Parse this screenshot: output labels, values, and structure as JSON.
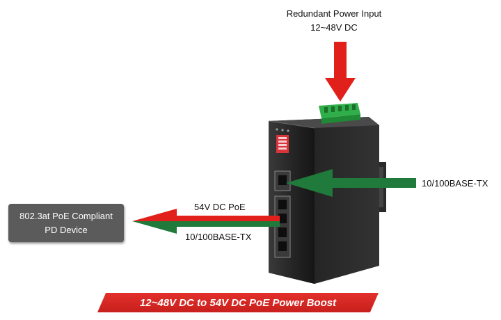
{
  "redundant_power": {
    "title": "Redundant Power Input",
    "voltage": "12~48V DC"
  },
  "uplink_port_label": "10/100BASE-TX",
  "poe_output": {
    "power_label": "54V DC PoE",
    "data_label": "10/100BASE-TX"
  },
  "pd_device": {
    "line1": "802.3at PoE Compliant",
    "line2": "PD Device"
  },
  "banner_text": "12~48V DC to 54V DC PoE Power Boost",
  "colors": {
    "power_arrow": "#e1201c",
    "data_arrow": "#1f7a3c",
    "switch_body": "#232323",
    "terminal_block": "#2fae4a",
    "banner": "#d2241f"
  }
}
